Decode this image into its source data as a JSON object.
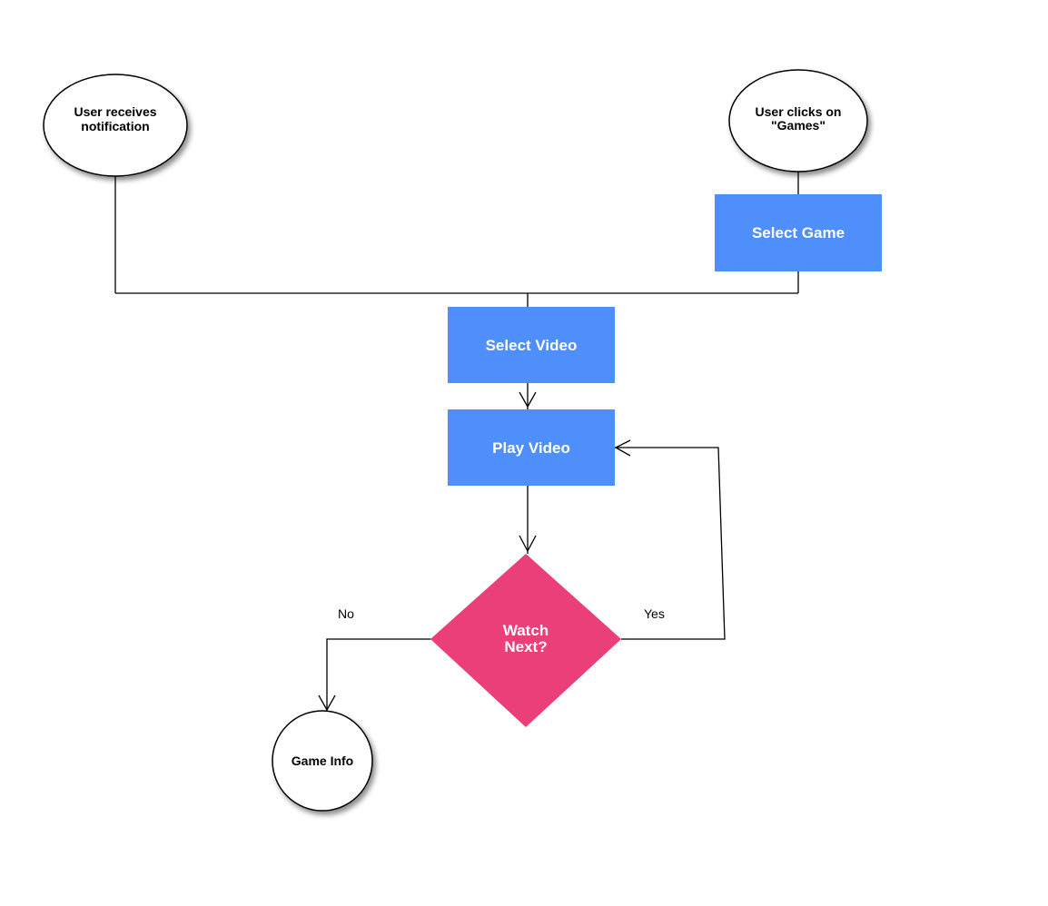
{
  "diagram": {
    "nodes": {
      "start_notification": {
        "type": "terminal",
        "lines": [
          "User receives",
          "notification"
        ]
      },
      "start_games": {
        "type": "terminal",
        "lines": [
          "User clicks on",
          "\"Games\""
        ]
      },
      "select_game": {
        "type": "process",
        "label": "Select Game",
        "color": "#4f8ffb"
      },
      "select_video": {
        "type": "process",
        "label": "Select Video",
        "color": "#4f8ffb"
      },
      "play_video": {
        "type": "process",
        "label": "Play Video",
        "color": "#4f8ffb"
      },
      "watch_next": {
        "type": "decision",
        "lines": [
          "Watch",
          "Next?"
        ],
        "color": "#ea3f78"
      },
      "game_info": {
        "type": "terminal",
        "lines": [
          "Game Info"
        ]
      }
    },
    "edge_labels": {
      "no": "No",
      "yes": "Yes"
    }
  }
}
